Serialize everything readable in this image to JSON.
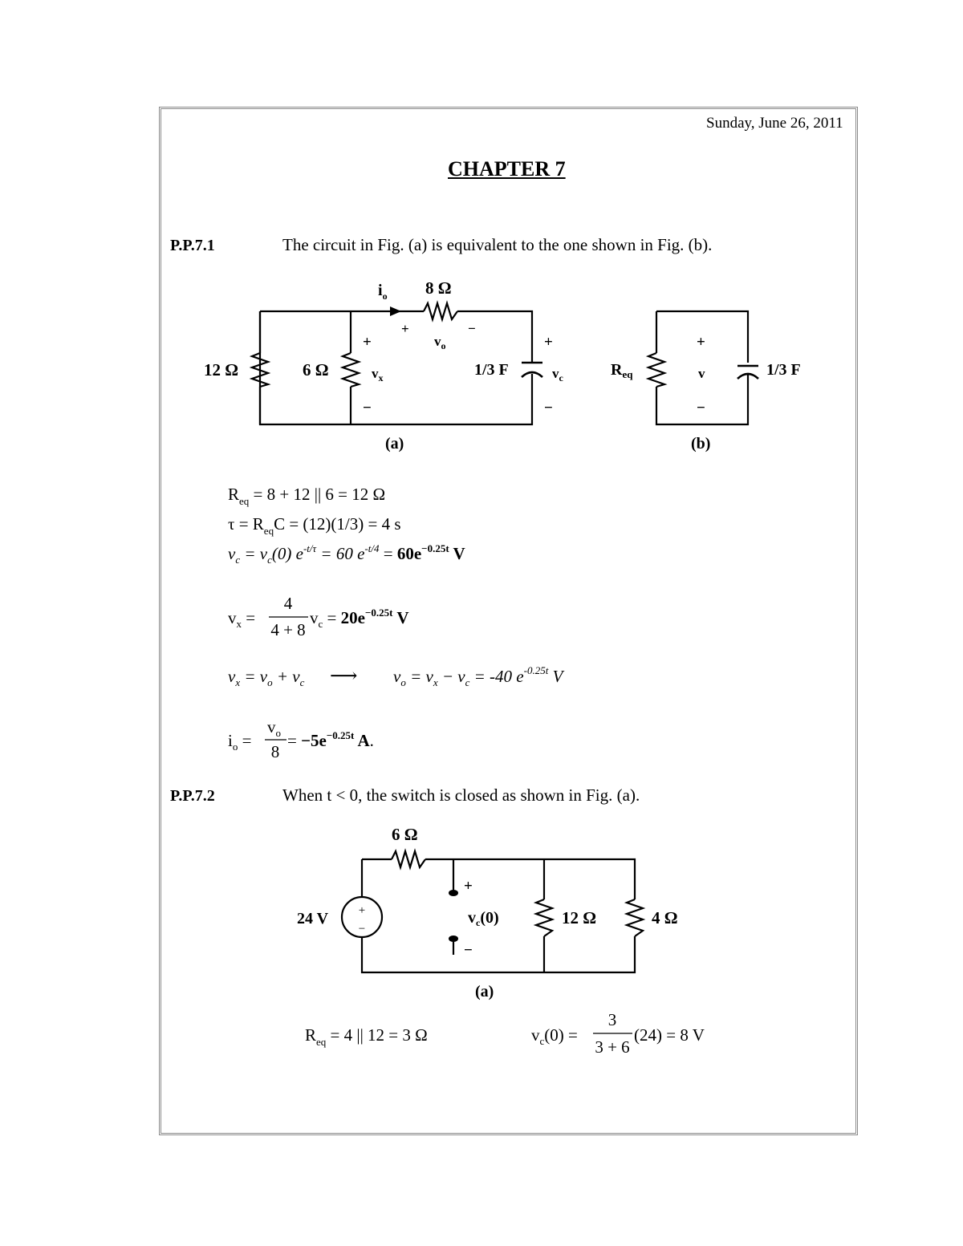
{
  "date": "Sunday, June 26, 2011",
  "chapter_title": "CHAPTER 7",
  "problems": [
    {
      "id": "P.P.7.1",
      "text": "The circuit in Fig. (a) is equivalent to the one shown in Fig. (b)."
    },
    {
      "id": "P.P.7.2",
      "text": "When t < 0, the switch is closed as shown in Fig. (a)."
    }
  ],
  "fig1": {
    "caption_a": "(a)",
    "caption_b": "(b)",
    "labels": {
      "io_main": "i",
      "io_sub": "o",
      "r8": "8 Ω",
      "r12": "12 Ω",
      "r6": "6 Ω",
      "cap": "1/3 F",
      "vx_main": "v",
      "vx_sub": "x",
      "vo_main": "v",
      "vo_sub": "o",
      "vc_main": "v",
      "vc_sub": "c",
      "req_main": "R",
      "req_sub": "eq",
      "v": "v",
      "plus": "+",
      "minus": "−"
    }
  },
  "fig2": {
    "caption": "(a)",
    "labels": {
      "r6": "6 Ω",
      "source": "24 V",
      "vc0": "v",
      "vc0_sub": "c",
      "vc0_tail": "(0)",
      "r12": "12 Ω",
      "r4": "4 Ω",
      "plus": "+",
      "minus": "−"
    }
  },
  "equations": {
    "e1": {
      "R": "R",
      "sub": "eq",
      "rest": " = 8 + 12 || 6 = 12 Ω"
    },
    "e2": {
      "a": "τ = R",
      "sub": "eq",
      "b": "C = (12)(1/3) = 4 s"
    },
    "e3": {
      "a": "v",
      "s1": "c",
      "b": " = v",
      "s2": "c",
      "c": "(0) e",
      "sup1": "-t/τ",
      "d": " = 60 e",
      "sup2": "-t/4",
      "e": " = ",
      "bold": "60e",
      "sup3": "−0.25t",
      "f": " V"
    },
    "e4": {
      "a": "v",
      "s1": "x",
      "b": " = ",
      "num": "4",
      "den": "4 + 8",
      "c": "v",
      "s2": "c",
      "d": " = ",
      "bold": "20e",
      "sup": "−0.25t",
      "e": " V"
    },
    "e5": {
      "a": "v",
      "s1": "x",
      "b": " = v",
      "s2": "o",
      "c": " + v",
      "s3": "c",
      "arrow": "⟶",
      "d": "v",
      "s4": "o",
      "e": " = v",
      "s5": "x",
      "f": " − v",
      "s6": "c",
      "g": " = -40 e",
      "sup": "-0.25t",
      "h": " V"
    },
    "e6": {
      "a": "i",
      "s1": "o",
      "b": " = ",
      "num": "v",
      "num_sub": "o",
      "den": "8",
      "c": " = ",
      "bold": "−5e",
      "sup": "−0.25t",
      "d": " A",
      "e": "."
    },
    "e7": {
      "a": "R",
      "sub": "eq",
      "b": " = 4 || 12 = 3 Ω"
    },
    "e8": {
      "a": "v",
      "sub": "c",
      "b": "(0) = ",
      "num": "3",
      "den": "3 + 6",
      "c": "(24) = 8 V"
    }
  }
}
